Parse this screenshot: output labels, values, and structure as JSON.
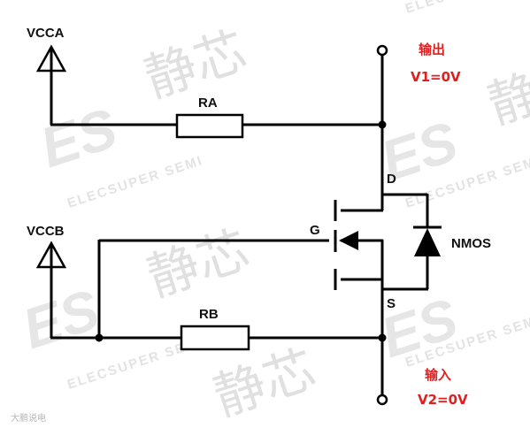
{
  "watermark": {
    "logo": "ES",
    "company": "ELECSUPER SEMI",
    "chinese": "静芯",
    "credit": "大鹏说电"
  },
  "labels": {
    "vcca": "VCCA",
    "vccb": "VCCB",
    "ra": "RA",
    "rb": "RB",
    "drain": "D",
    "gate": "G",
    "source": "S",
    "nmos": "NMOS",
    "output_title": "输出",
    "output_value": "V1=0V",
    "input_title": "输入",
    "input_value": "V2=0V"
  },
  "colors": {
    "wire": "#000000",
    "annotation": "#e02020",
    "watermark": "#e3e3e3"
  }
}
